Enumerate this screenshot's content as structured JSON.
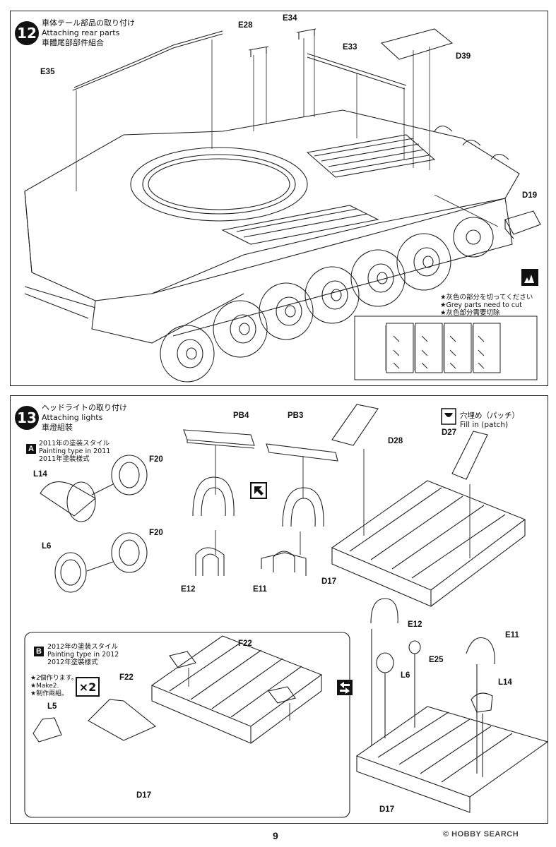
{
  "step12": {
    "number": "12",
    "title_jp": "車体テール部品の取り付け",
    "title_en": "Attaching rear parts",
    "title_cn": "車體尾部部件組合",
    "parts": {
      "e35": "E35",
      "e28": "E28",
      "e34": "E34",
      "e33": "E33",
      "d39": "D39",
      "d19": "D19"
    },
    "note_jp": "★灰色の部分を切ってください",
    "note_en": "★Grey parts need to cut",
    "note_cn": "★灰色部分需要切除"
  },
  "step13": {
    "number": "13",
    "title_jp": "ヘッドライトの取り付け",
    "title_en": "Attaching lights",
    "title_cn": "車燈組裝",
    "variant_a": {
      "letter": "A",
      "line1": "2011年の塗装スタイル",
      "line2": "Painting type in 2011",
      "line3": "2011年塗裝樣式"
    },
    "variant_b": {
      "letter": "B",
      "line1": "2012年の塗装スタイル",
      "line2": "Painting type in 2012",
      "line3": "2012年塗裝樣式",
      "make1": "★2個作ります。",
      "make2": "★Make2.",
      "make3": "★制作兩組。",
      "times": "×2"
    },
    "patch_jp": "穴埋め（パッチ）",
    "patch_en": "Fill in (patch)",
    "parts": {
      "pb4": "PB4",
      "pb3": "PB3",
      "d28": "D28",
      "d27": "D27",
      "l14": "L14",
      "f20": "F20",
      "l6": "L6",
      "e12": "E12",
      "e11": "E11",
      "d17": "D17",
      "f22": "F22",
      "l5": "L5",
      "e25": "E25"
    }
  },
  "footer": {
    "page": "9",
    "watermark": "© HOBBY SEARCH"
  }
}
